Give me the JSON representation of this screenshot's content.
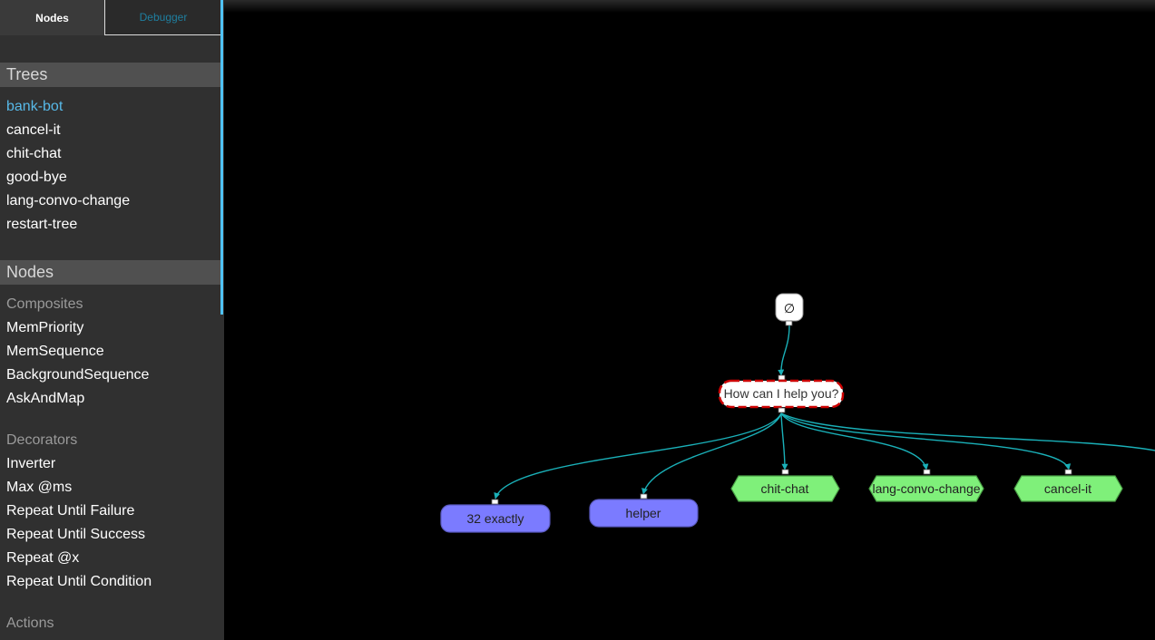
{
  "tabs": {
    "nodes": "Nodes",
    "debugger": "Debugger"
  },
  "trees": {
    "header": "Trees",
    "items": [
      "bank-bot",
      "cancel-it",
      "chit-chat",
      "good-bye",
      "lang-convo-change",
      "restart-tree"
    ],
    "active": "bank-bot"
  },
  "nodes": {
    "header": "Nodes",
    "composites": {
      "label": "Composites",
      "items": [
        "MemPriority",
        "MemSequence",
        "BackgroundSequence",
        "AskAndMap"
      ]
    },
    "decorators": {
      "label": "Decorators",
      "items": [
        "Inverter",
        "Max @ms",
        "Repeat Until Failure",
        "Repeat Until Success",
        "Repeat @x",
        "Repeat Until Condition"
      ]
    },
    "actions": {
      "label": "Actions"
    }
  },
  "graph": {
    "root_symbol": "∅",
    "question": "How can I help you?",
    "children": [
      {
        "label": "32 exactly",
        "kind": "action"
      },
      {
        "label": "helper",
        "kind": "action"
      },
      {
        "label": "chit-chat",
        "kind": "subtree"
      },
      {
        "label": "lang-convo-change",
        "kind": "subtree"
      },
      {
        "label": "cancel-it",
        "kind": "subtree"
      }
    ]
  },
  "colors": {
    "edge": "#1ab0b8",
    "action_node": "#7b7bff",
    "subtree_node": "#7ff07a",
    "question_border": "#cc0000",
    "accent": "#4fc3f7"
  }
}
